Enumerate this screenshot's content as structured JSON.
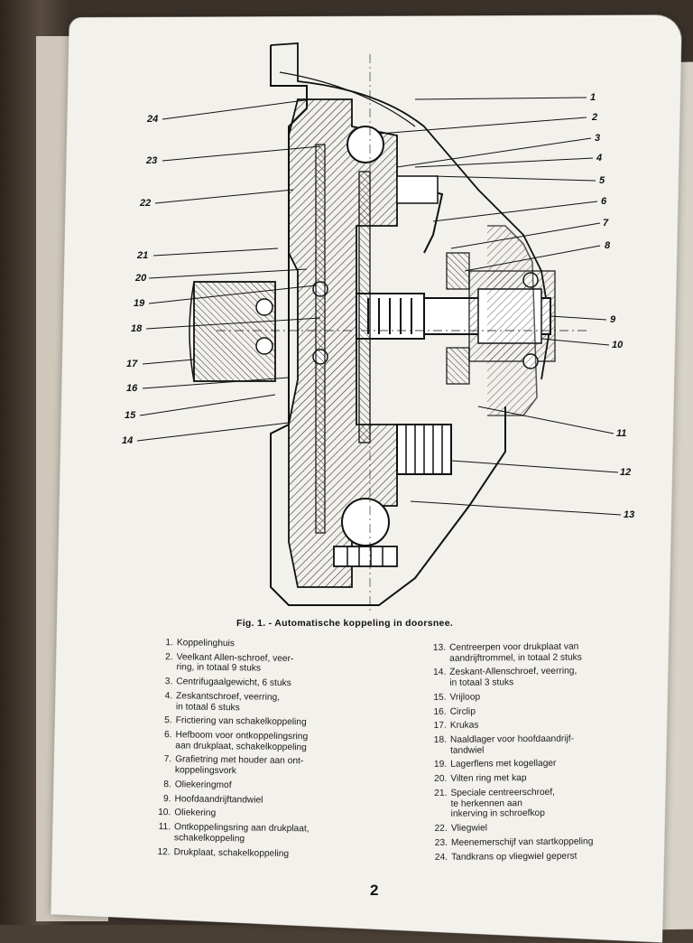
{
  "figure": {
    "caption": "Fig. 1. - Automatische koppeling in doorsnee.",
    "left_labels": [
      "24",
      "23",
      "22",
      "21",
      "20",
      "19",
      "18",
      "17",
      "16",
      "15",
      "14"
    ],
    "right_labels": [
      "1",
      "2",
      "3",
      "4",
      "5",
      "6",
      "7",
      "8",
      "9",
      "10",
      "11",
      "12",
      "13"
    ]
  },
  "legend": {
    "left": [
      {
        "num": "1.",
        "text": "Koppelinghuis"
      },
      {
        "num": "2.",
        "text": "Veelkant Allen-schroef, veer-\nring, in totaal 9 stuks"
      },
      {
        "num": "3.",
        "text": "Centrifugaalgewicht, 6 stuks"
      },
      {
        "num": "4.",
        "text": "Zeskantschroef, veerring,\nin totaal 6 stuks"
      },
      {
        "num": "5.",
        "text": "Frictiering van schakelkoppeling"
      },
      {
        "num": "6.",
        "text": "Hefboom voor ontkoppelingsring\naan drukplaat, schakelkoppeling"
      },
      {
        "num": "7.",
        "text": "Grafietring met houder aan ont-\nkoppelingsvork"
      },
      {
        "num": "8.",
        "text": "Oliekeringmof"
      },
      {
        "num": "9.",
        "text": "Hoofdaandrijftandwiel"
      },
      {
        "num": "10.",
        "text": "Oliekering"
      },
      {
        "num": "11.",
        "text": "Ontkoppelingsring aan drukplaat,\nschakelkoppeling"
      },
      {
        "num": "12.",
        "text": "Drukplaat, schakelkoppeling"
      }
    ],
    "right": [
      {
        "num": "13.",
        "text": "Centreerpen voor drukplaat van\naandrijftrommel, in totaal 2 stuks"
      },
      {
        "num": "14.",
        "text": "Zeskant-Allenschroef, veerring,\nin totaal 3 stuks"
      },
      {
        "num": "15.",
        "text": "Vrijloop"
      },
      {
        "num": "16.",
        "text": "Circlip"
      },
      {
        "num": "17.",
        "text": "Krukas"
      },
      {
        "num": "18.",
        "text": "Naaldlager voor hoofdaandrijf-\ntandwiel"
      },
      {
        "num": "19.",
        "text": "Lagerflens met kogellager"
      },
      {
        "num": "20.",
        "text": "Vilten ring met kap"
      },
      {
        "num": "21.",
        "text": "Speciale centreerschroef,\nte herkennen aan\ninkerving in schroefkop"
      },
      {
        "num": "22.",
        "text": "Vliegwiel"
      },
      {
        "num": "23.",
        "text": "Meenemerschijf van startkoppeling"
      },
      {
        "num": "24.",
        "text": "Tandkrans op vliegwiel geperst"
      }
    ]
  },
  "page_number": "2"
}
